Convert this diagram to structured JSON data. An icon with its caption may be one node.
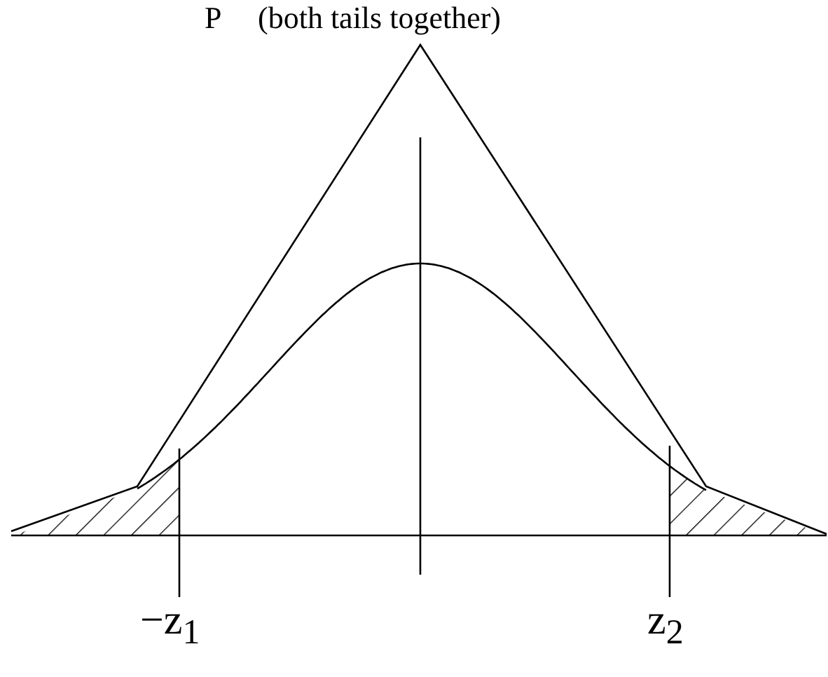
{
  "diagram": {
    "labels": [
      "P",
      "(both tails together)",
      "−z$_{1}$",
      "z$_{2}$"
    ]
  }
}
